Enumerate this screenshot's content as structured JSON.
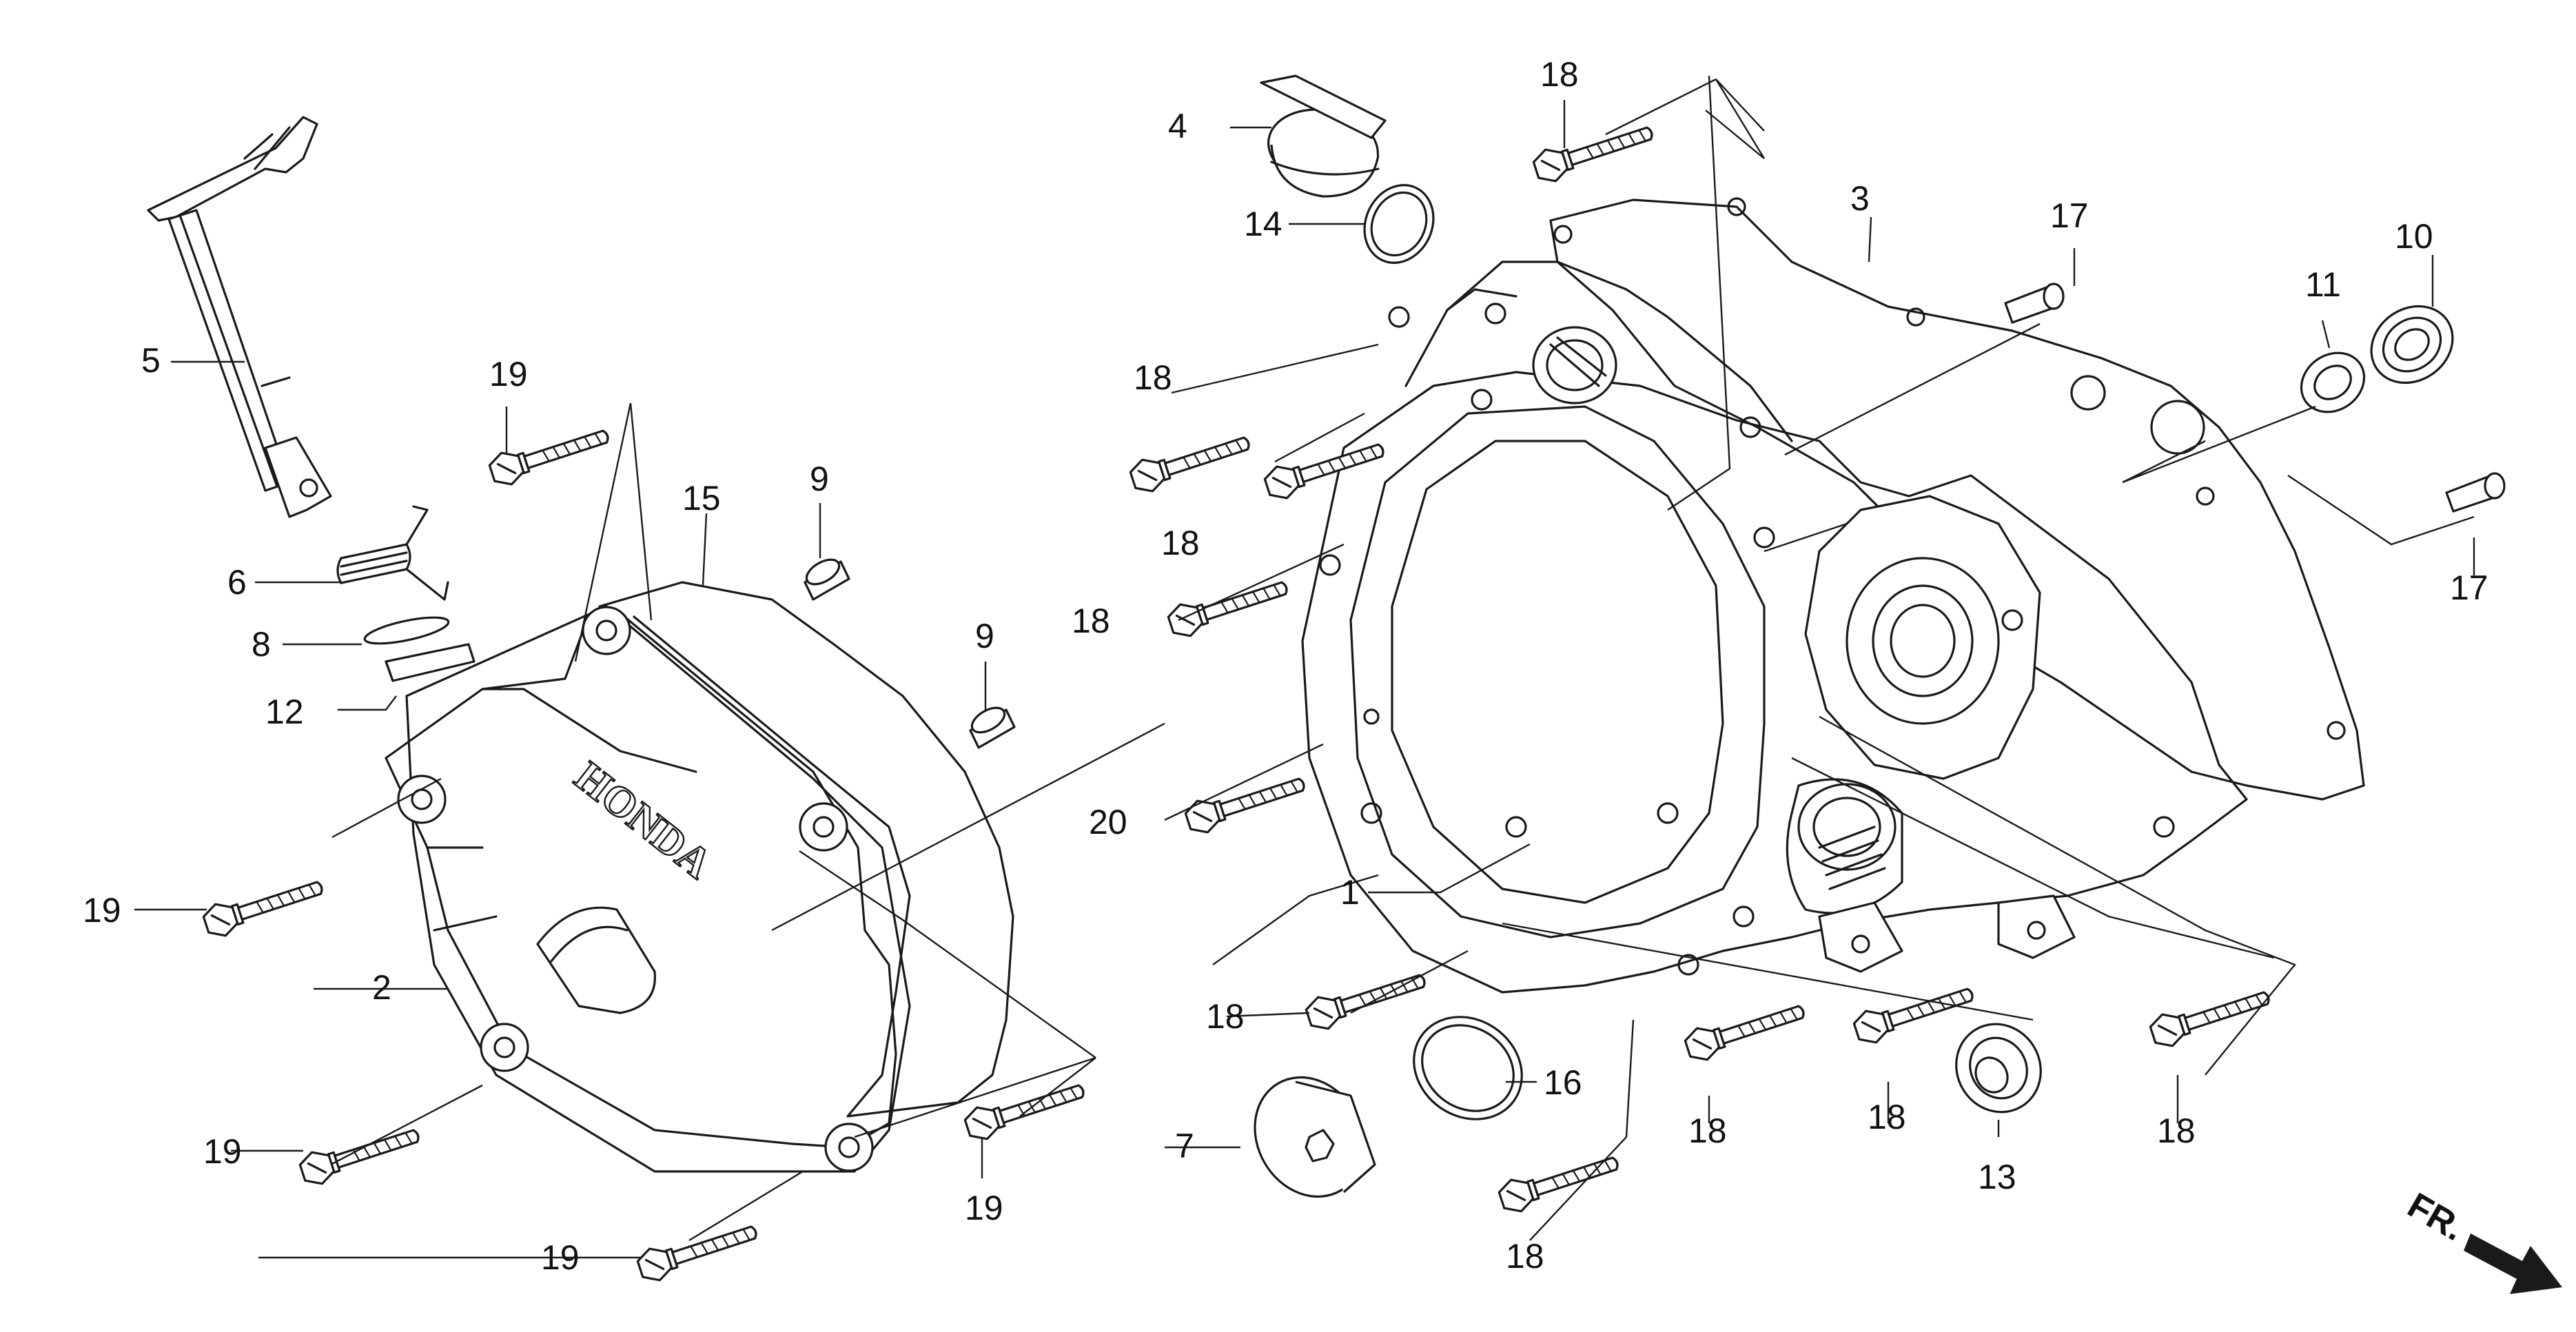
{
  "diagram": {
    "callouts": {
      "c1": "1",
      "c2": "2",
      "c3": "3",
      "c4": "4",
      "c5": "5",
      "c6": "6",
      "c7": "7",
      "c8": "8",
      "c9a": "9",
      "c9b": "9",
      "c10": "10",
      "c11": "11",
      "c12": "12",
      "c13": "13",
      "c14": "14",
      "c15": "15",
      "c16": "16",
      "c17a": "17",
      "c17b": "17",
      "c18_top": "18",
      "c18_l1": "18",
      "c18_l2": "18",
      "c18_l3": "18",
      "c18_l4": "18",
      "c18_b1": "18",
      "c18_b2": "18",
      "c18_b3": "18",
      "c18_b4": "18",
      "c19_top": "19",
      "c19_l": "19",
      "c19_bl": "19",
      "c19_b": "19",
      "c19_br": "19",
      "c20": "20"
    },
    "cover_logo": "HONDA",
    "direction_label": "FR."
  }
}
